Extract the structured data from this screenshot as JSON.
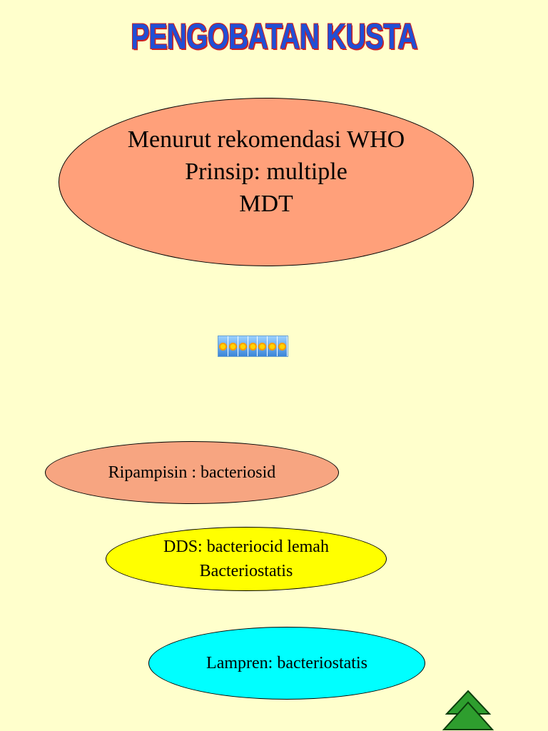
{
  "title": "PENGOBATAN KUSTA",
  "main_ellipse": {
    "line1": "Menurut rekomendasi WHO",
    "line2": "Prinsip: multiple",
    "line3": "MDT",
    "color": "#ffa07a"
  },
  "drugs": [
    {
      "line1": "Ripampisin : bacteriosid",
      "color": "#f7a581"
    },
    {
      "line1": "DDS: bacteriocid lemah",
      "line2": "Bacteriostatis",
      "color": "#ffff00"
    },
    {
      "line1": "Lampren: bacteriostatis",
      "color": "#00ffff"
    }
  ],
  "decor": {
    "strip_icon": "sun-tile-icon",
    "corner_icon": "green-triangle-arrow-icon"
  }
}
